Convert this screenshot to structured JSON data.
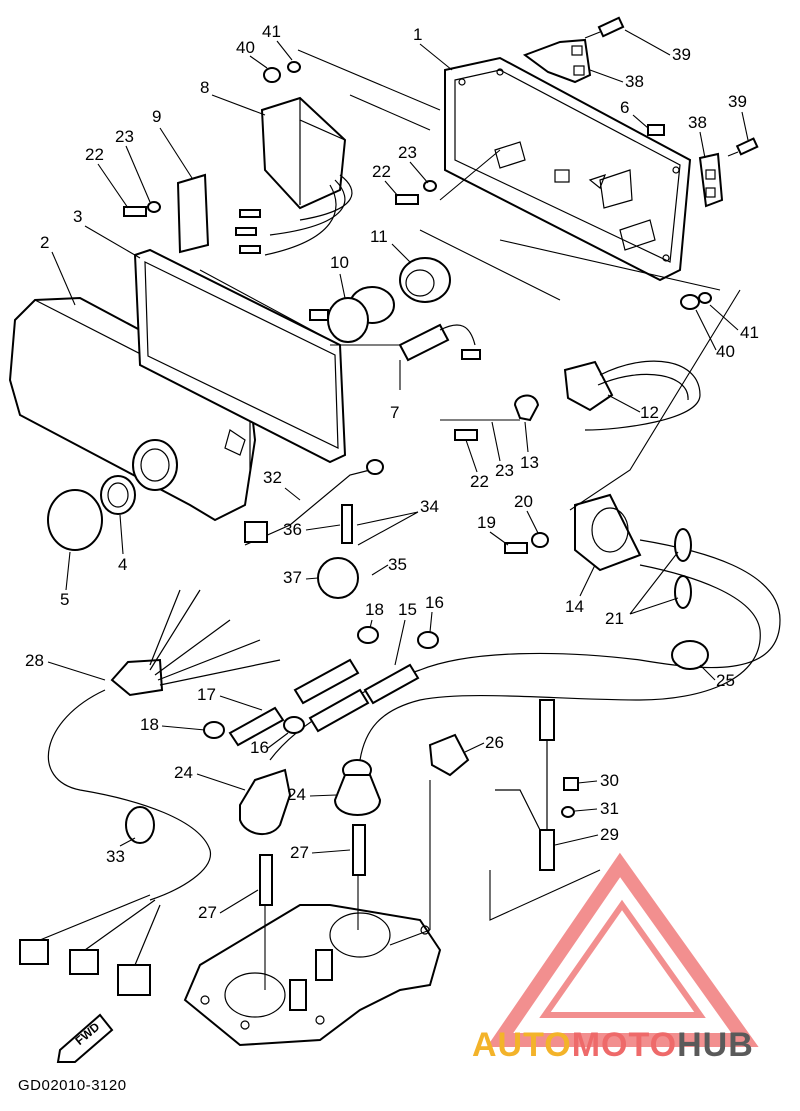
{
  "diagram_code": "GD02010-3120",
  "fwd_label": "FWD",
  "watermark": {
    "part1": "AUTO",
    "part2": "MOTO",
    "part3": "HUB"
  },
  "colors": {
    "watermark_orange": "#f3b32a",
    "watermark_red": "#ee6a6a",
    "watermark_gray": "#5a5a5a"
  },
  "callouts": {
    "c1": "1",
    "c2": "2",
    "c3": "3",
    "c4": "4",
    "c5": "5",
    "c6": "6",
    "c7": "7",
    "c8": "8",
    "c9": "9",
    "c10": "10",
    "c11": "11",
    "c12": "12",
    "c13": "13",
    "c14": "14",
    "c15": "15",
    "c16a": "16",
    "c16b": "16",
    "c17": "17",
    "c18a": "18",
    "c18b": "18",
    "c19": "19",
    "c20": "20",
    "c21": "21",
    "c22a": "22",
    "c22b": "22",
    "c22c": "22",
    "c23a": "23",
    "c23b": "23",
    "c23c": "23",
    "c24a": "24",
    "c24b": "24",
    "c25": "25",
    "c26": "26",
    "c27a": "27",
    "c27b": "27",
    "c28": "28",
    "c29": "29",
    "c30": "30",
    "c31": "31",
    "c32": "32",
    "c33": "33",
    "c34": "34",
    "c35": "35",
    "c36": "36",
    "c37": "37",
    "c38a": "38",
    "c38b": "38",
    "c39a": "39",
    "c39b": "39",
    "c40a": "40",
    "c40b": "40",
    "c41a": "41",
    "c41b": "41"
  }
}
